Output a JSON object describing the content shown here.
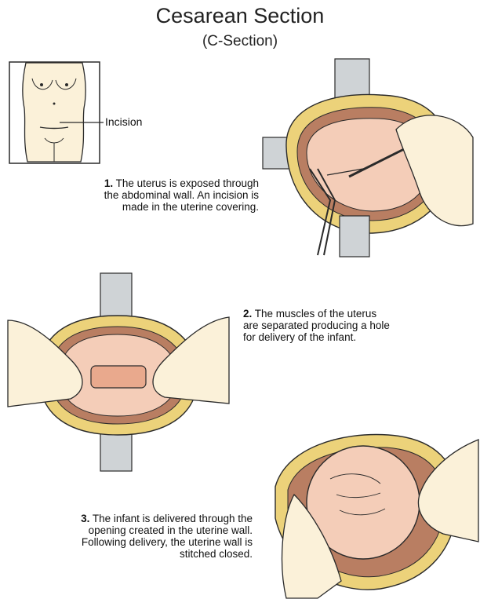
{
  "header": {
    "title": "Cesarean Section",
    "subtitle": "(C-Section)"
  },
  "body_figure": {
    "label": "Incision",
    "icon": "female-torso-icon"
  },
  "steps": [
    {
      "number": "1.",
      "text": "The uterus is exposed through the abdominal wall. An incision is made in the uterine covering."
    },
    {
      "number": "2.",
      "text": "The muscles of the uterus are separated producing a hole for delivery of the infant."
    },
    {
      "number": "3.",
      "text": "The infant is delivered through the opening created in the uterine wall. Following delivery, the uterine wall is stitched closed."
    }
  ],
  "colors": {
    "tissue": "#f4cdb8",
    "fat": "#ecd27a",
    "muscle": "#b97e62",
    "retractor": "#cfd3d6",
    "skin": "#fbf1d9",
    "outline": "#2a2a2a"
  }
}
